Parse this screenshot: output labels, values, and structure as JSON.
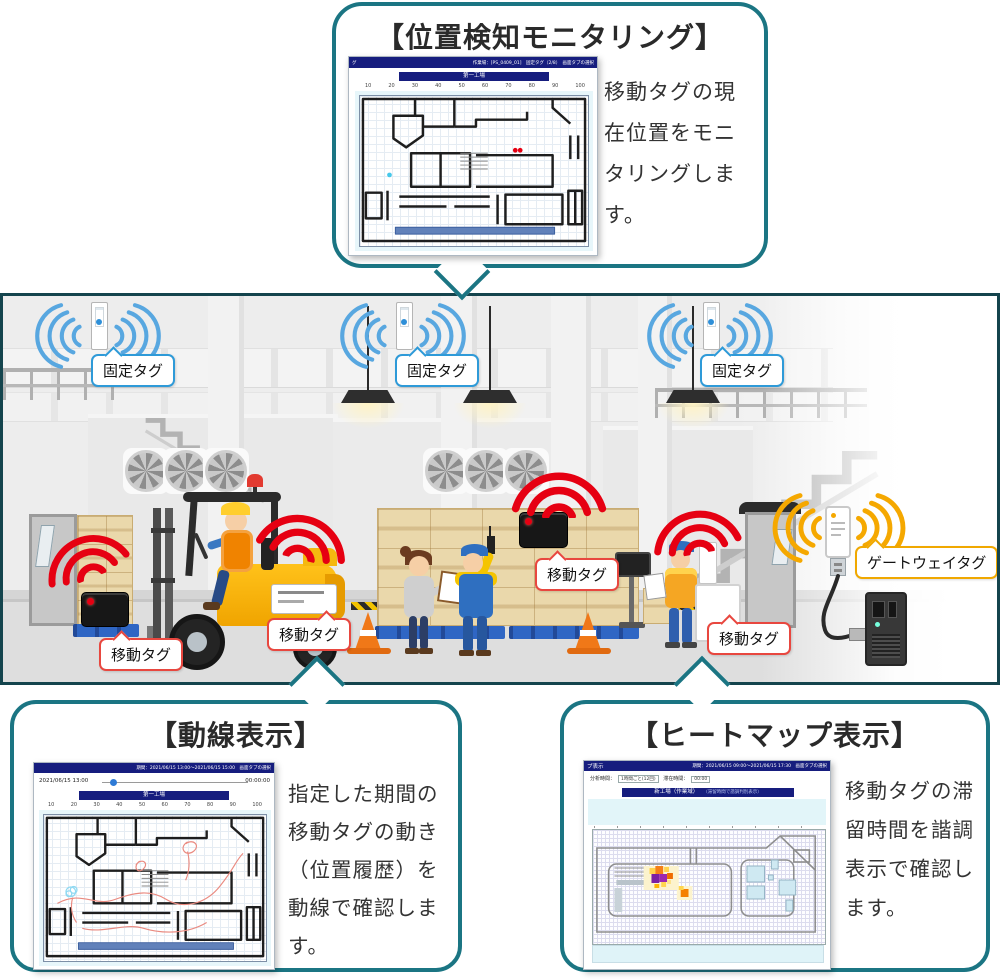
{
  "top_callout": {
    "title": "【位置検知モニタリング】",
    "description": "移動タグの現在位置をモニタリングします。",
    "window": {
      "header_left": "グ",
      "header_right": "作業場：[PS_0409_01]　固定タグ（2/8）　画面タブの選択",
      "area_title": "第一工場"
    }
  },
  "flow_callout": {
    "title": "【動線表示】",
    "description": "指定した期間の移動タグの動き（位置履歴）を動線で確認します。",
    "window": {
      "header_right": "期間：2021/06/15 13:00～2021/06/15 15:00　画面タブの選択",
      "slider_start": "2021/06/15 13:00",
      "slider_end": "00:00:00",
      "area_title": "第一工場"
    }
  },
  "heatmap_callout": {
    "title": "【ヒートマップ表示】",
    "description": "移動タグの滞留時間を諧調表示で確認します。",
    "window": {
      "header_left": "プ表示",
      "header_right": "期間：2021/06/15 09:00～2021/06/15 17:30　画面タブの選択",
      "analysis_label": "分析時間：",
      "analysis_value": "1時間ごと(12回)",
      "stay_label": "滞在時間：",
      "stay_value": "00:00",
      "area_title": "新工場（作業域）",
      "area_note": "（滞留時間で諧調判別表示）"
    }
  },
  "scene": {
    "fixed_tag": "固定タグ",
    "mobile_tag": "移動タグ",
    "gateway_tag": "ゲートウェイタグ"
  },
  "ruler_ticks": [
    "10",
    "20",
    "30",
    "40",
    "50",
    "60",
    "70",
    "80",
    "90",
    "100"
  ],
  "colors": {
    "accent_teal": "#1b7583",
    "wave_red": "#e60012",
    "wave_blue": "#58a7e0",
    "wave_yellow": "#f5a800",
    "window_navy": "#161d7e"
  }
}
